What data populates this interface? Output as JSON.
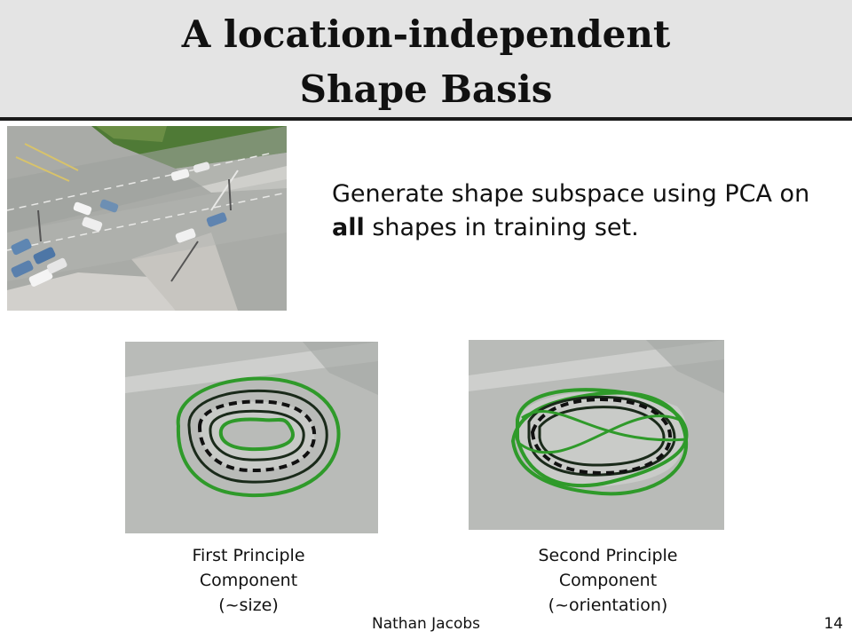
{
  "slide": {
    "title_line1": "A location-independent",
    "title_line2": "Shape Basis",
    "body_before": "Generate shape subspace using PCA on ",
    "body_bold": "all",
    "body_after": " shapes in training set.",
    "figure1_caption_line1": "First Principle",
    "figure1_caption_line2": "Component",
    "figure1_caption_line3": "(~size)",
    "figure2_caption_line1": "Second Principle",
    "figure2_caption_line2": "Component",
    "figure2_caption_line3": "(~orientation)",
    "footer_author": "Nathan Jacobs",
    "page_number": "14"
  },
  "colors": {
    "header_bg": "#e4e4e4",
    "header_rule": "#1a1a1a",
    "contour_green": "#2f9a2a",
    "contour_dark": "#1a2a1a",
    "road_gray": "#b9bbb8"
  }
}
